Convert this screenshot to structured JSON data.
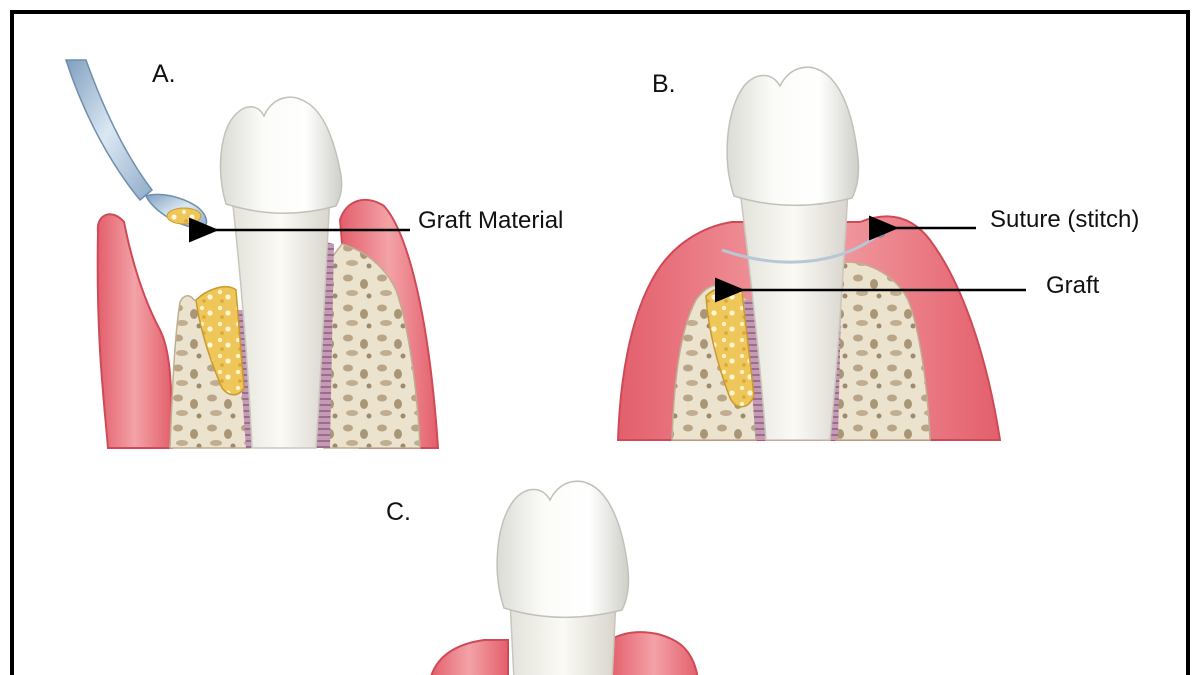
{
  "panels": [
    {
      "letter": "A.",
      "callouts": [
        "Graft Material"
      ]
    },
    {
      "letter": "B.",
      "callouts": [
        "Suture (stitch)",
        "Graft"
      ]
    },
    {
      "letter": "C.",
      "callouts": []
    }
  ],
  "colors": {
    "gum": "#ee8f95",
    "gum_dark": "#d95460",
    "bone": "#ece3cf",
    "bone_spot": "#b39f82",
    "graft": "#efc659",
    "ligament": "#b98ba8",
    "tooth": "#f7f6f1",
    "instrument": "#a9c3db"
  }
}
